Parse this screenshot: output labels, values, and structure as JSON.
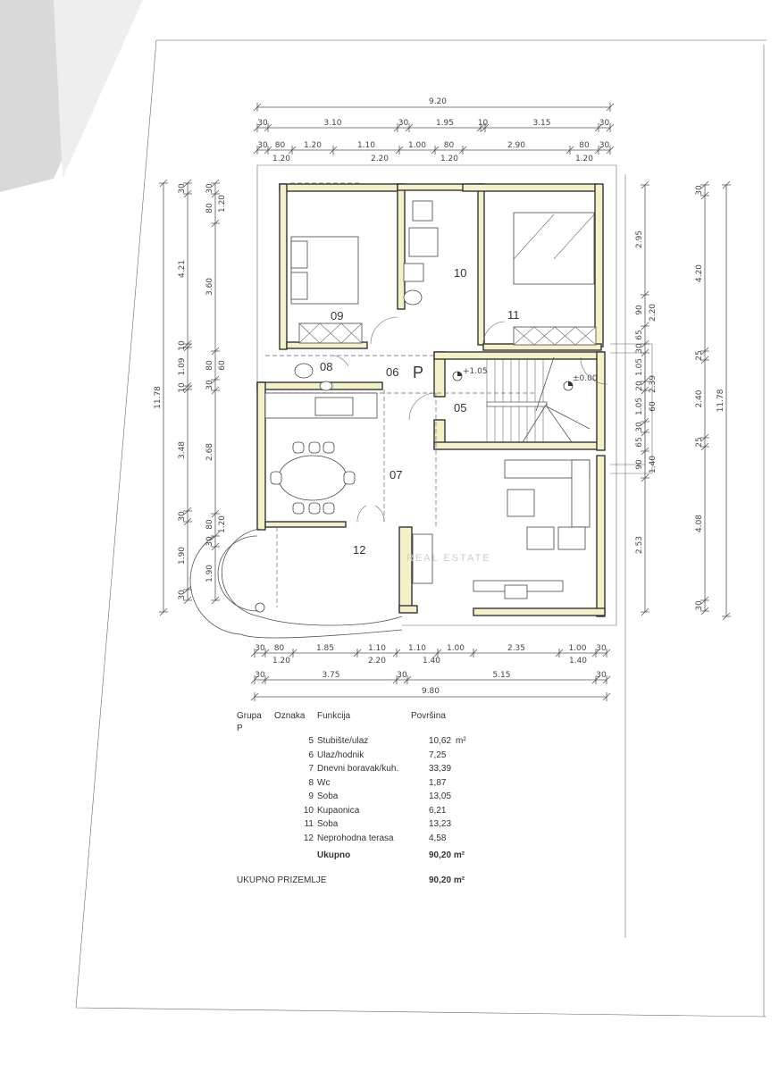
{
  "dimensions": {
    "top_total": "9.20",
    "top_row2": [
      "30",
      "3.10",
      "30",
      "1.95",
      "10",
      "3.15",
      "30"
    ],
    "top_row3_above": [
      "30",
      "80",
      "1.20",
      "1.10",
      "1.00",
      "80",
      "2.90",
      "80",
      "30"
    ],
    "top_row3_below": [
      "1.20",
      "2.20",
      "1.20",
      "1.20"
    ],
    "bottom_row1_above": [
      "30",
      "80",
      "1.85",
      "1.10",
      "1.10",
      "1.00",
      "2.35",
      "1.00",
      "30"
    ],
    "bottom_row1_below": [
      "1.20",
      "2.20",
      "1.40",
      "1.40"
    ],
    "bottom_row2": [
      "30",
      "3.75",
      "30",
      "5.15",
      "30"
    ],
    "bottom_total": "9.80",
    "left_total": "11.78",
    "left_col2": [
      "30",
      "4.21",
      "10",
      "1.09",
      "10",
      "3.48",
      "30",
      "1.90",
      "30"
    ],
    "left_col3": [
      "30",
      "80",
      "1.20",
      "3.60",
      "80",
      "60",
      "30",
      "2.68",
      "80",
      "1.20",
      "30",
      "1.90"
    ],
    "right_col1": [
      "2.95",
      "90",
      "2.20",
      "65",
      "30",
      "1.05",
      "2.39",
      "20",
      "1.05",
      "60",
      "30",
      "65",
      "90",
      "1.40",
      "2.53"
    ],
    "right_col2": [
      "30",
      "4.20",
      "25",
      "2.40",
      "25",
      "4.08",
      "30"
    ],
    "right_total": "11.78"
  },
  "rooms": {
    "r05": "05",
    "r06": "06",
    "r07": "07",
    "r08": "08",
    "r09": "09",
    "r10": "10",
    "r11": "11",
    "r12": "12",
    "floor": "P"
  },
  "levels": {
    "upper": "+1.05",
    "entry": "±0.00"
  },
  "watermark": "REAL ESTATE",
  "table": {
    "headers": {
      "grupa": "Grupa",
      "oznaka": "Oznaka",
      "funkcija": "Funkcija",
      "povrsina": "Površina",
      "grupa_value": "P"
    },
    "rows": [
      {
        "no": "5",
        "name": "Stubište/ulaz",
        "area": "10,62",
        "unit": "m²"
      },
      {
        "no": "6",
        "name": "Ulaz/hodnik",
        "area": "7,25",
        "unit": ""
      },
      {
        "no": "7",
        "name": "Dnevni boravak/kuh.",
        "area": "33,39",
        "unit": ""
      },
      {
        "no": "8",
        "name": "Wc",
        "area": "1,87",
        "unit": ""
      },
      {
        "no": "9",
        "name": "Soba",
        "area": "13,05",
        "unit": ""
      },
      {
        "no": "10",
        "name": "Kupaonica",
        "area": "6,21",
        "unit": ""
      },
      {
        "no": "11",
        "name": "Soba",
        "area": "13,23",
        "unit": ""
      },
      {
        "no": "12",
        "name": "Neprohodna terasa",
        "area": "4,58",
        "unit": ""
      }
    ],
    "total": {
      "label": "Ukupno",
      "area": "90,20",
      "unit": "m²"
    },
    "grand_total": {
      "label": "UKUPNO PRIZEMLJE",
      "area": "90,20",
      "unit": "m²"
    }
  }
}
